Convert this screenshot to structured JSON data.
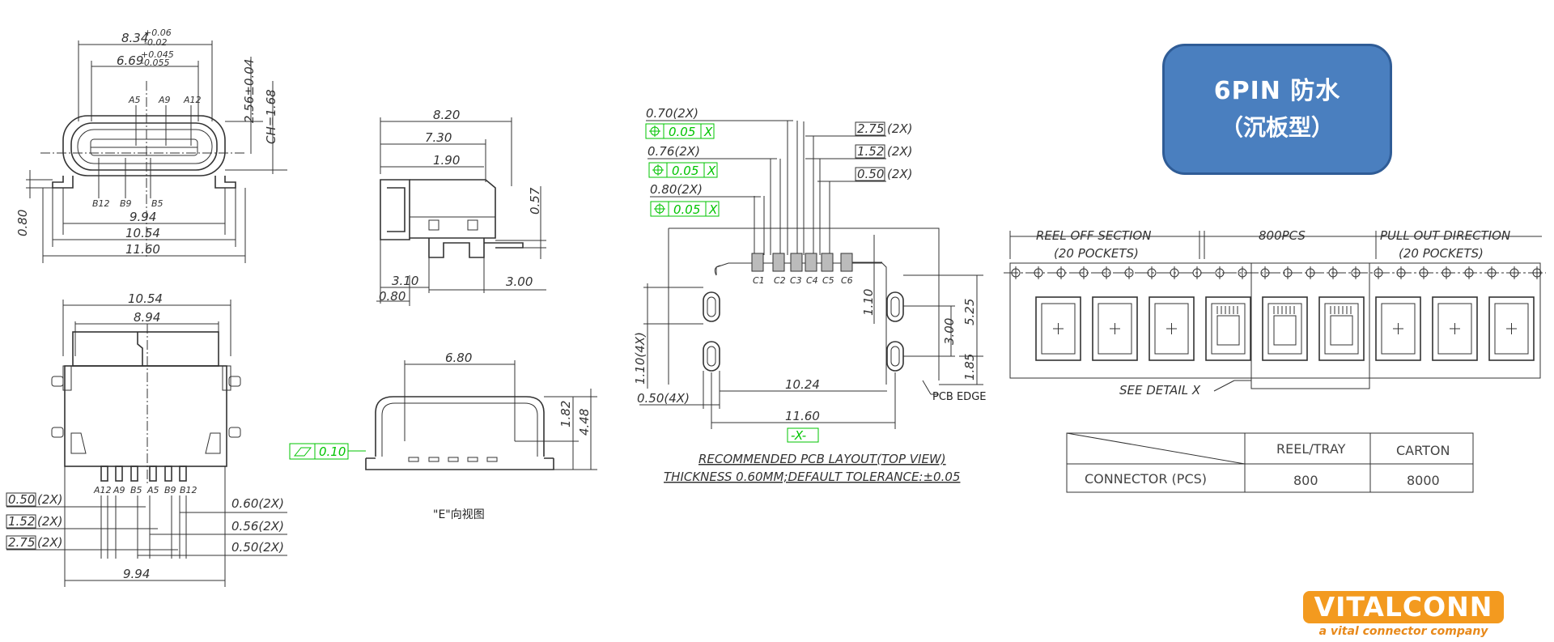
{
  "title": {
    "line1": "6PIN  防水",
    "line2": "（沉板型）"
  },
  "logo": {
    "name": "VITALCONN",
    "tagline": "a vital connector company"
  },
  "colors": {
    "title_box": "#4a7fbf",
    "title_border": "#2f5c96",
    "logo": "#f39a1f",
    "tolerance_green": "#00c400"
  },
  "front_view": {
    "dim_width": "8.34",
    "dim_width_tol_upper": "+0.06",
    "dim_width_tol_lower": "-0.02",
    "dim_inner": "6.69",
    "dim_inner_tol_upper": "+0.045",
    "dim_inner_tol_lower": "-0.055",
    "dim_height": "2.56±0.04",
    "dim_ch": "CH=1.68",
    "pins_top": [
      "A5",
      "A9",
      "A12"
    ],
    "pins_bottom": [
      "B12",
      "B9",
      "B5"
    ],
    "dim_0_80": "0.80",
    "dim_9_94": "9.94",
    "dim_10_54": "10.54",
    "dim_11_60": "11.60"
  },
  "side_view": {
    "dim_8_20": "8.20",
    "dim_7_30": "7.30",
    "dim_1_90": "1.90",
    "dim_0_57": "0.57",
    "dim_3_10": "3.10",
    "dim_3_00": "3.00",
    "dim_0_80": "0.80"
  },
  "top_view": {
    "dim_10_54": "10.54",
    "dim_8_94": "8.94",
    "pins": [
      "A12",
      "A9",
      "B5",
      "A5",
      "B9",
      "B12"
    ],
    "left_dims": [
      {
        "value": "0.50",
        "suffix": "(2X)"
      },
      {
        "value": "1.52",
        "suffix": "(2X)"
      },
      {
        "value": "2.75",
        "suffix": "(2X)"
      }
    ],
    "right_dims": [
      "0.60(2X)",
      "0.56(2X)",
      "0.50(2X)"
    ],
    "dim_9_94": "9.94"
  },
  "e_view": {
    "dim_6_80": "6.80",
    "dim_1_82": "1.82",
    "dim_4_48": "4.48",
    "flatness": "0.10",
    "caption": "\"E\"向视图"
  },
  "pcb_layout": {
    "callouts": [
      {
        "label": "0.70(2X)",
        "tol": "0.05",
        "datum": "X"
      },
      {
        "label": "0.76(2X)",
        "tol": "0.05",
        "datum": "X"
      },
      {
        "label": "0.80(2X)",
        "tol": "0.05",
        "datum": "X"
      }
    ],
    "right_callouts": [
      {
        "value": "2.75",
        "suffix": "(2X)"
      },
      {
        "value": "1.52",
        "suffix": "(2X)"
      },
      {
        "value": "0.50",
        "suffix": "(2X)"
      }
    ],
    "pads": [
      "C1",
      "C2",
      "C3",
      "C4",
      "C5",
      "C6"
    ],
    "dim_1_10_4x": "1.10(4X)",
    "dim_0_50_4x": "0.50(4X)",
    "dim_10_24": "10.24",
    "dim_11_60": "11.60",
    "dim_1_10": "1.10",
    "dim_3_00": "3.00",
    "dim_5_25": "5.25",
    "dim_1_85": "1.85",
    "datum_x": "-X-",
    "pcb_edge": "PCB EDGE",
    "caption1": "RECOMMENDED PCB LAYOUT(TOP VIEW)",
    "caption2": "THICKNESS 0.60MM;DEFAULT TOLERANCE:±0.05"
  },
  "reel": {
    "left_section": "REEL OFF SECTION",
    "left_pockets": "(20 POCKETS)",
    "middle": "800PCS",
    "right_section": "PULL OUT DIRECTION",
    "right_pockets": "(20 POCKETS)",
    "detail": "SEE DETAIL X"
  },
  "packing_table": {
    "columns": [
      "REEL/TRAY",
      "CARTON"
    ],
    "rows": [
      {
        "label": "CONNECTOR (PCS)",
        "values": [
          "800",
          "8000"
        ]
      }
    ]
  }
}
